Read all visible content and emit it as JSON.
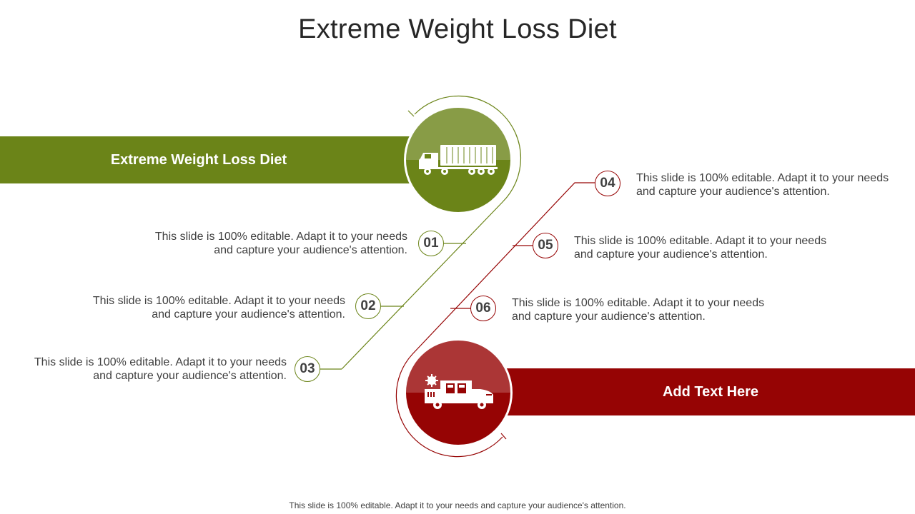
{
  "title": "Extreme Weight Loss Diet",
  "top_banner": {
    "label": "Extreme Weight Loss Diet",
    "color": "#6b8418",
    "icon": "truck-icon"
  },
  "bottom_banner": {
    "label": "Add Text Here",
    "color": "#960404",
    "icon": "rv-camper-icon"
  },
  "items": [
    {
      "num": "01",
      "text": "This slide is 100% editable. Adapt it to your needs and capture your audience's attention."
    },
    {
      "num": "02",
      "text": "This slide is 100% editable. Adapt it to your needs and capture your audience's attention."
    },
    {
      "num": "03",
      "text": "This slide is 100% editable. Adapt it to your needs and capture your audience's attention."
    },
    {
      "num": "04",
      "text": "This slide is 100% editable. Adapt it to your needs and capture your audience's attention."
    },
    {
      "num": "05",
      "text": "This slide is 100% editable. Adapt it to your needs and capture your audience's attention."
    },
    {
      "num": "06",
      "text": "This slide is 100% editable. Adapt it to your needs and capture your audience's attention."
    }
  ],
  "footer": "This slide is 100% editable. Adapt it to your needs and capture your audience's attention."
}
